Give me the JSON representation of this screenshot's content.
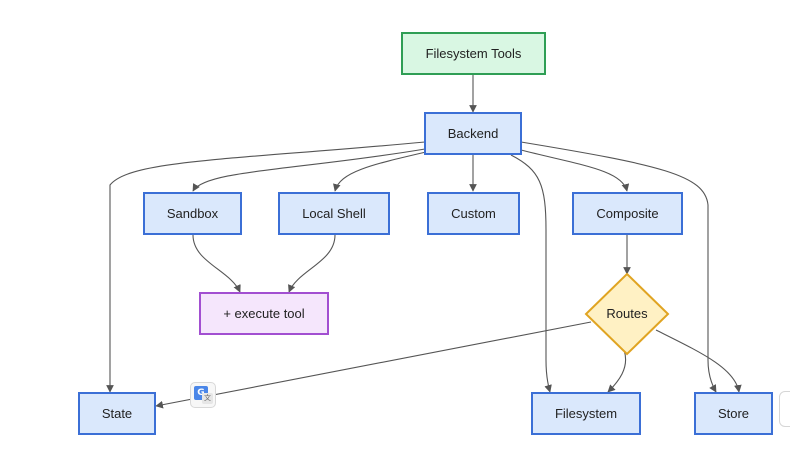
{
  "nodes": [
    {
      "id": "filesystem-tools",
      "label": "Filesystem Tools",
      "shape": "rect",
      "style": "green"
    },
    {
      "id": "backend",
      "label": "Backend",
      "shape": "rect",
      "style": "blue"
    },
    {
      "id": "sandbox",
      "label": "Sandbox",
      "shape": "rect",
      "style": "blue"
    },
    {
      "id": "local-shell",
      "label": "Local Shell",
      "shape": "rect",
      "style": "blue"
    },
    {
      "id": "custom",
      "label": "Custom",
      "shape": "rect",
      "style": "blue"
    },
    {
      "id": "composite",
      "label": "Composite",
      "shape": "rect",
      "style": "blue"
    },
    {
      "id": "execute-tool",
      "label": "+ execute tool",
      "shape": "rect",
      "style": "purple"
    },
    {
      "id": "routes",
      "label": "Routes",
      "shape": "diamond",
      "style": "yellow"
    },
    {
      "id": "state",
      "label": "State",
      "shape": "rect",
      "style": "blue"
    },
    {
      "id": "filesystem",
      "label": "Filesystem",
      "shape": "rect",
      "style": "blue"
    },
    {
      "id": "store",
      "label": "Store",
      "shape": "rect",
      "style": "blue"
    }
  ],
  "edges": [
    {
      "from": "filesystem-tools",
      "to": "backend"
    },
    {
      "from": "backend",
      "to": "sandbox"
    },
    {
      "from": "backend",
      "to": "local-shell"
    },
    {
      "from": "backend",
      "to": "custom"
    },
    {
      "from": "backend",
      "to": "composite"
    },
    {
      "from": "backend",
      "to": "state"
    },
    {
      "from": "backend",
      "to": "filesystem"
    },
    {
      "from": "backend",
      "to": "store"
    },
    {
      "from": "sandbox",
      "to": "execute-tool"
    },
    {
      "from": "local-shell",
      "to": "execute-tool"
    },
    {
      "from": "composite",
      "to": "routes"
    },
    {
      "from": "routes",
      "to": "state"
    },
    {
      "from": "routes",
      "to": "filesystem"
    },
    {
      "from": "routes",
      "to": "store"
    }
  ],
  "styles": {
    "blue": {
      "fill": "#dae8fc",
      "stroke": "#3b6fd6"
    },
    "green": {
      "fill": "#d9f7e3",
      "stroke": "#2f9e55"
    },
    "purple": {
      "fill": "#f5e6fc",
      "stroke": "#a24fd1"
    },
    "yellow": {
      "fill": "#fff1c4",
      "stroke": "#e0a422"
    }
  },
  "icons": {
    "translate": "translate-icon"
  }
}
